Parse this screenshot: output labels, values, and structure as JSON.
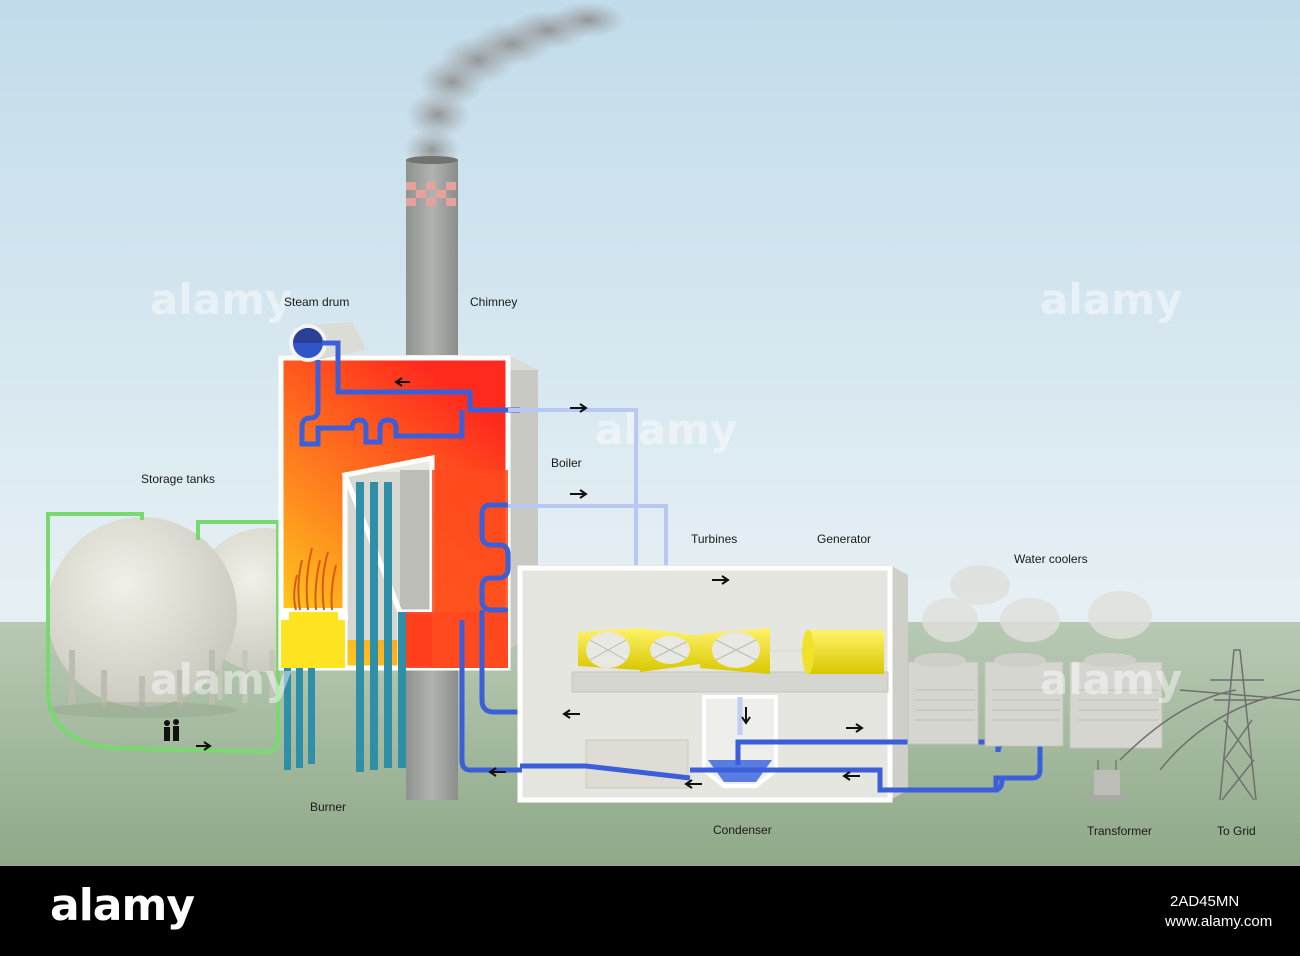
{
  "labels": {
    "steam_drum": "Steam drum",
    "chimney": "Chimney",
    "storage_tanks": "Storage tanks",
    "boiler": "Boiler",
    "turbines": "Turbines",
    "generator": "Generator",
    "water_coolers": "Water coolers",
    "burner": "Burner",
    "condenser": "Condenser",
    "transformer": "Transformer",
    "to_grid": "To Grid"
  },
  "watermark": "alamy",
  "footer": {
    "brand": "alamy",
    "image_code": "2AD45MN",
    "url": "www.alamy.com"
  },
  "colors": {
    "sky": "#c9e2ef",
    "ground": "#9fb595",
    "hot": "#ff2f1f",
    "warm": "#ffd21e",
    "water_pipe": "#3f5ee0",
    "steam_pipe": "#b9c8f5",
    "fuel_pipe": "#7fe07a",
    "turbine": "#f2e51c"
  }
}
